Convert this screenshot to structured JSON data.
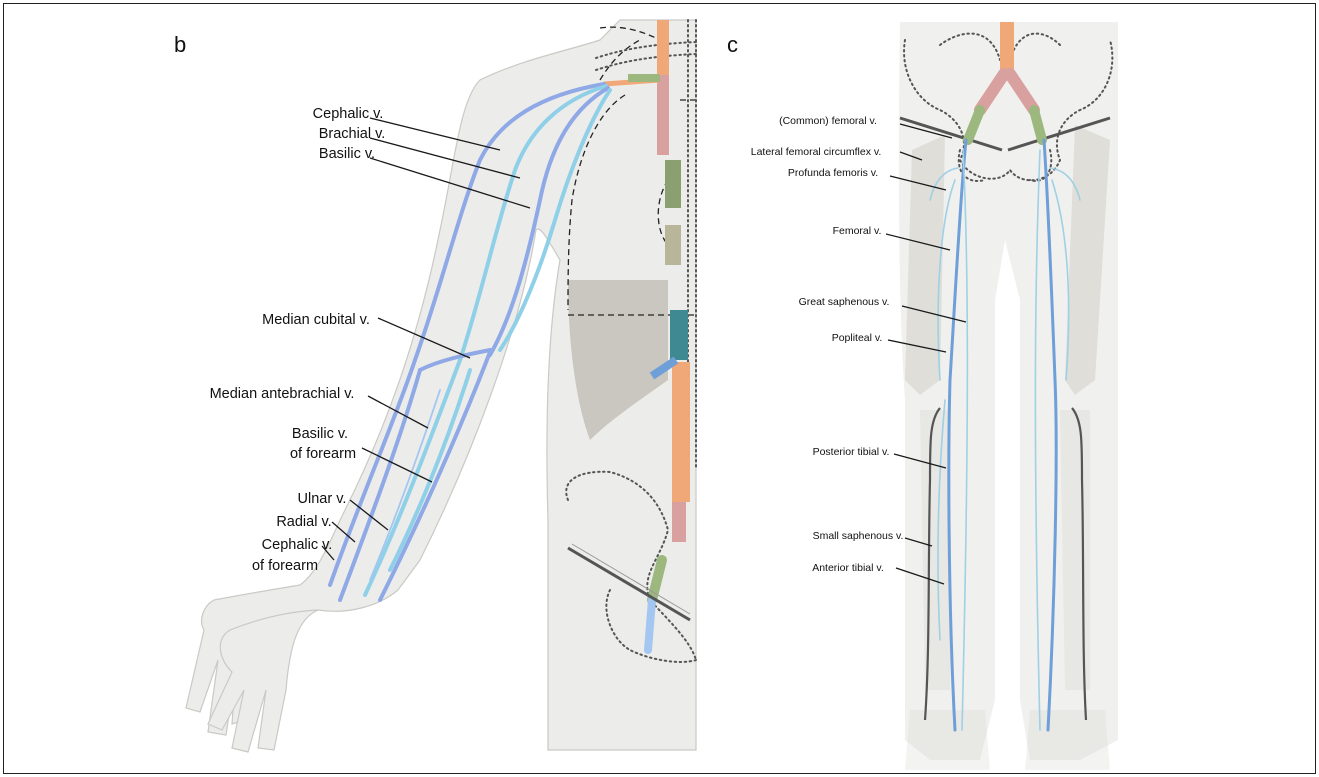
{
  "panels": {
    "b": {
      "letter": "b",
      "labels": {
        "cephalic": "Cephalic v.",
        "brachial": "Brachial v.",
        "basilic": "Basilic v.",
        "median_cubital": "Median cubital v.",
        "median_antebrachial": "Median antebrachial v.",
        "basilic_forearm_1": "Basilic v.",
        "basilic_forearm_2": "of forearm",
        "ulnar": "Ulnar v.",
        "radial": "Radial v.",
        "cephalic_forearm_1": "Cephalic v.",
        "cephalic_forearm_2": "of forearm"
      }
    },
    "c": {
      "letter": "c",
      "labels": {
        "common_femoral": "(Common) femoral v.",
        "lateral_femoral": "Lateral femoral circumflex v.",
        "profunda": "Profunda femoris v.",
        "femoral": "Femoral v.",
        "great_saphenous": "Great saphenous v.",
        "popliteal": "Popliteal v.",
        "posterior_tibial": "Posterior tibial v.",
        "small_saphenous": "Small saphenous v.",
        "anterior_tibial": "Anterior tibial v."
      }
    }
  },
  "colors": {
    "vein_blue": "#8fa8e6",
    "vein_cyan": "#8fd0e8",
    "leg_vein": "#6f9fd8",
    "body_fill": "#ececea",
    "orange_segment": "#f0a878",
    "pink_segment": "#d9a0a0",
    "green_segment": "#9cb87e",
    "teal_segment": "#3f8a92"
  },
  "icons": [
    "upper-limb-vein-illustration",
    "lower-limb-vein-illustration"
  ]
}
